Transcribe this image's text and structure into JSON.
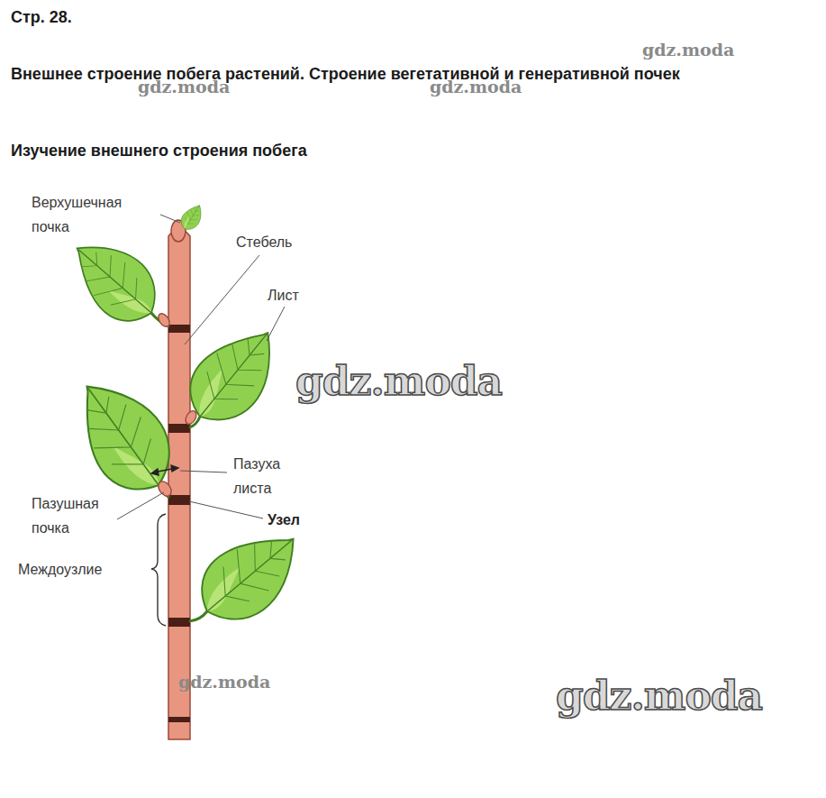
{
  "diagram": {
    "title": "Внешнее строение побега растений. Строение вегетативной и генеративной почек",
    "labels": [
      "Стр. 28.",
      "Изучение внешнего строения побега",
      "Верхушечная почка",
      "Стебель",
      "Лист",
      "Пазуха листа",
      "Пазушная почка",
      "Узел",
      "Междоузлие",
      "gdz.moda",
      "gdz.moda",
      "gdz.moda",
      "gdz.moda",
      "gdz.moda",
      "gdz.moda"
    ]
  }
}
